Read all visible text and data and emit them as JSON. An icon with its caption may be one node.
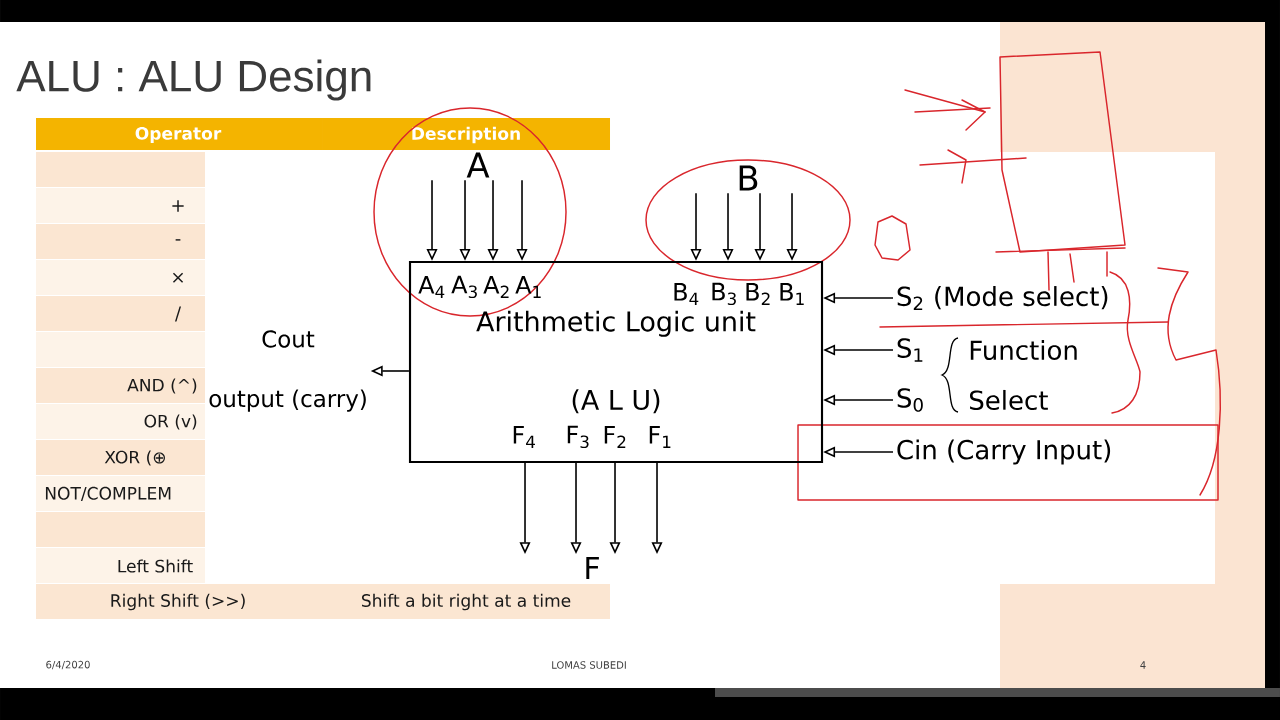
{
  "diagram": {
    "title": "ALU : ALU Design",
    "nodes": [
      {
        "text": [
          "A"
        ]
      },
      {
        "text": [
          "B"
        ]
      },
      {
        "text": [
          "Arithmetic Logic unit",
          "(A L U)"
        ]
      },
      {
        "text": [
          "F"
        ]
      },
      {
        "text": [
          "Cout",
          "output (carry)"
        ]
      },
      {
        "text": [
          "S$_{2}$ (Mode select)"
        ]
      },
      {
        "text": [
          "S$_{1}$"
        ]
      },
      {
        "text": [
          "S$_{0}$"
        ]
      },
      {
        "text": [
          "Cin (Carry Input)"
        ]
      }
    ],
    "edges": [
      {
        "from": 0,
        "to": 2,
        "arrow": "to"
      },
      {
        "from": 0,
        "to": 2,
        "arrow": "to"
      },
      {
        "from": 0,
        "to": 2,
        "arrow": "to"
      },
      {
        "from": 0,
        "to": 2,
        "arrow": "to"
      },
      {
        "from": 1,
        "to": 2,
        "arrow": "to"
      },
      {
        "from": 1,
        "to": 2,
        "arrow": "to"
      },
      {
        "from": 1,
        "to": 2,
        "arrow": "to"
      },
      {
        "from": 1,
        "to": 2,
        "arrow": "to"
      },
      {
        "from": 2,
        "to": 3,
        "arrow": "to"
      },
      {
        "from": 2,
        "to": 3,
        "arrow": "to"
      },
      {
        "from": 2,
        "to": 3,
        "arrow": "to"
      },
      {
        "from": 2,
        "to": 3,
        "arrow": "to"
      },
      {
        "from": 2,
        "to": 4,
        "arrow": "to"
      },
      {
        "from": 5,
        "to": 2,
        "arrow": "to"
      },
      {
        "from": 6,
        "to": 2,
        "arrow": "to"
      },
      {
        "from": 7,
        "to": 2,
        "arrow": "to"
      },
      {
        "from": 8,
        "to": 2,
        "arrow": "to"
      }
    ],
    "labels": [
      "Operator",
      "Description",
      "+",
      "-",
      "×",
      "/",
      "AND (^)",
      "OR (v)",
      "XOR (⊕",
      "NOT/COMPLEM",
      "Left Shift",
      "Right Shift (>>)",
      "Shift a bit right at a time",
      "A$_{4}$",
      "A$_{3}$",
      "A$_{2}$",
      "A$_{1}$",
      "B$_{4}$",
      "B$_{3}$",
      "B$_{2}$",
      "B$_{1}$",
      "F$_{4}$",
      "F$_{3}$",
      "F$_{2}$",
      "F$_{1}$",
      "Function Select",
      "6/4/2020",
      "LOMAS SUBEDI",
      "4"
    ]
  }
}
